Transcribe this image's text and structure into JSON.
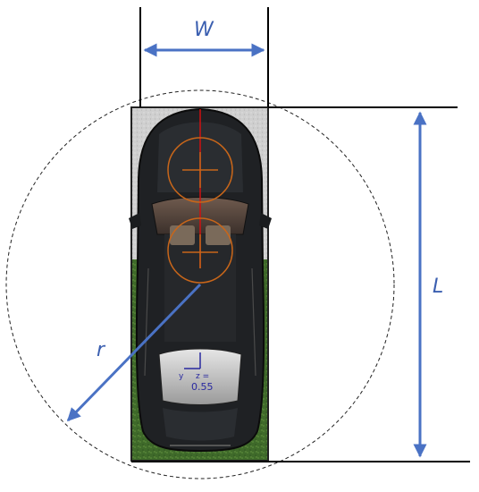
{
  "labels": {
    "width": "W",
    "length": "L",
    "radius": "r"
  },
  "gizmo": {
    "y_axis": "y",
    "z_axis": "z =",
    "value": "0.55"
  },
  "colors": {
    "arrow": "#4a72c4",
    "label": "#3b5fb0",
    "target_circle": "#c8661a",
    "center_line": "#d01010",
    "car_body": "#1f2124",
    "grass": "#3f6a2a",
    "concrete": "#d4d4d4",
    "outline": "#111111"
  },
  "icons": {
    "car": "car-top-view-icon"
  }
}
